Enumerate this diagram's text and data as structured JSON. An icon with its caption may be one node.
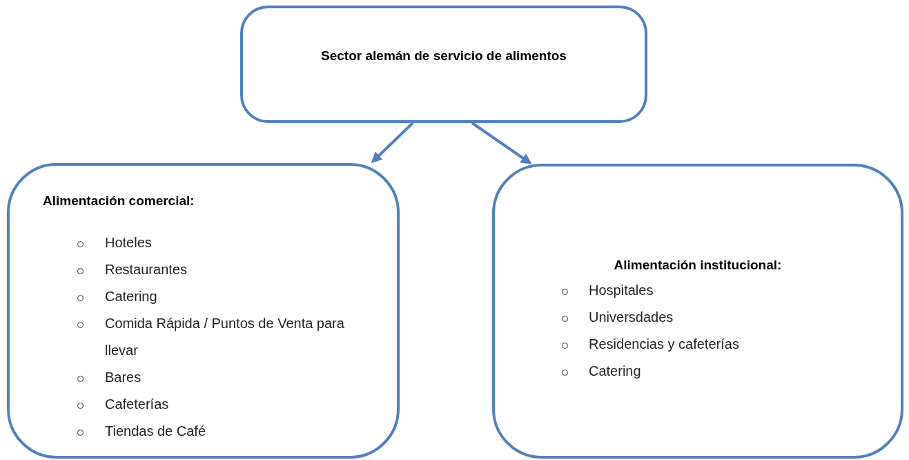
{
  "diagram": {
    "nodes": [
      {
        "text": [
          "Sector alemán de servicio de alimentos"
        ]
      },
      {
        "text": [
          "Alimentación comercial:",
          "Hoteles",
          "Restaurantes",
          "Catering",
          "Comida Rápida / Puntos de Venta para llevar",
          "Bares",
          "Cafeterías",
          "Tiendas de Café"
        ]
      },
      {
        "text": [
          "Alimentación institucional:",
          "Hospitales",
          "Universdades",
          "Residencias y cafeterías",
          "Catering"
        ]
      }
    ],
    "edges": [
      {
        "from": 0,
        "to": 1,
        "arrow": "to"
      },
      {
        "from": 0,
        "to": 2,
        "arrow": "to"
      }
    ]
  }
}
